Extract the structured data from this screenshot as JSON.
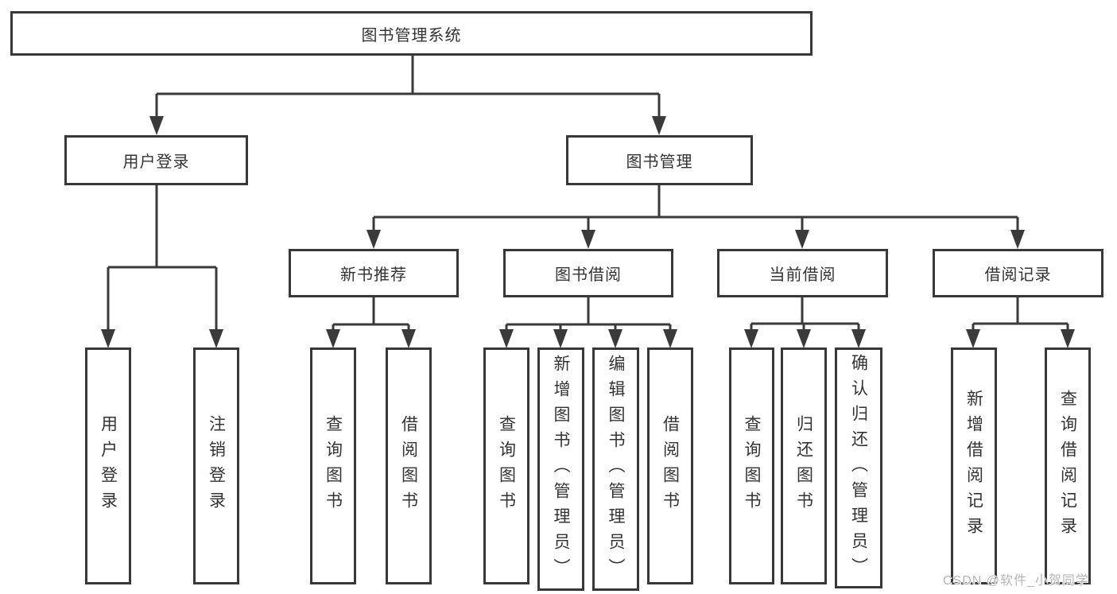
{
  "colors": {
    "background": "#ffffff",
    "line": "#3a3a3a",
    "box_border": "#383838",
    "text": "#333333",
    "watermark": "#b5b5b5"
  },
  "watermark": {
    "text": "CSDN @软件_小贺同学"
  },
  "tree": {
    "label": "图书管理系统",
    "children": [
      {
        "label": "用户登录",
        "children": [
          {
            "label": "用户登录"
          },
          {
            "label": "注销登录"
          }
        ]
      },
      {
        "label": "图书管理",
        "children": [
          {
            "label": "新书推荐",
            "children": [
              {
                "label": "查询图书"
              },
              {
                "label": "借阅图书"
              }
            ]
          },
          {
            "label": "图书借阅",
            "children": [
              {
                "label": "查询图书"
              },
              {
                "label": "新增图书（管理员）"
              },
              {
                "label": "编辑图书（管理员）"
              },
              {
                "label": "借阅图书"
              }
            ]
          },
          {
            "label": "当前借阅",
            "children": [
              {
                "label": "查询图书"
              },
              {
                "label": "归还图书"
              },
              {
                "label": "确认归还（管理员）"
              }
            ]
          },
          {
            "label": "借阅记录",
            "children": [
              {
                "label": "新增借阅记录"
              },
              {
                "label": "查询借阅记录"
              }
            ]
          }
        ]
      }
    ]
  }
}
